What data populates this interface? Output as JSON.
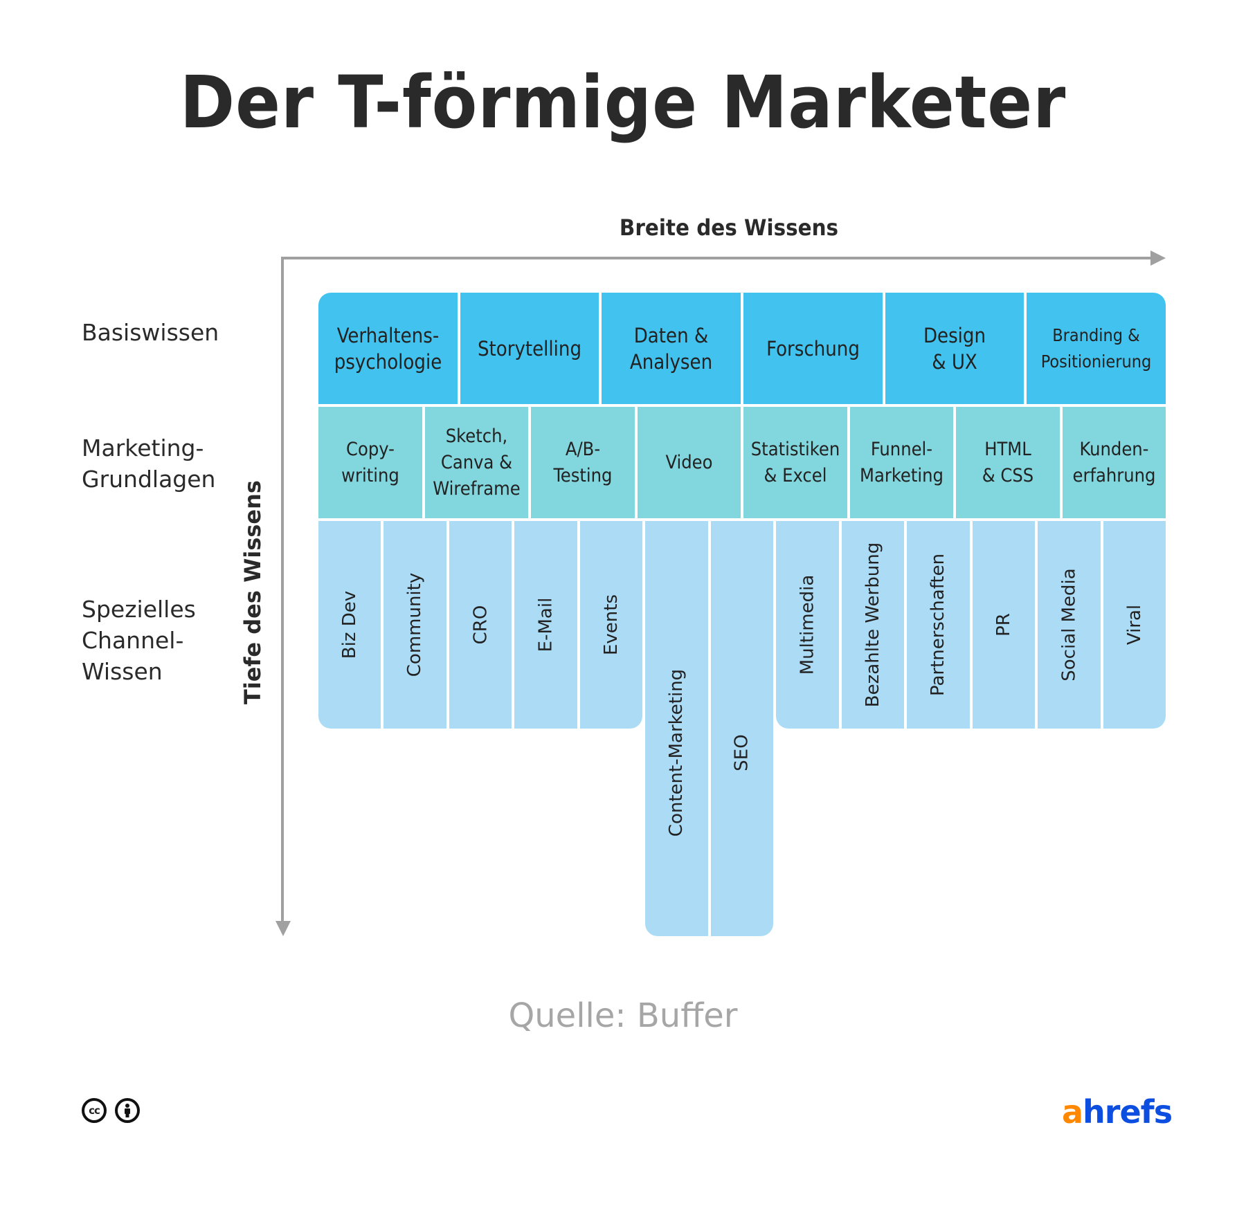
{
  "title": "Der T-förmige Marketer",
  "axes": {
    "x_label": "Breite des Wissens",
    "y_label": "Tiefe des Wissens"
  },
  "row_labels": [
    {
      "id": "basis",
      "text": "Basiswissen"
    },
    {
      "id": "grundlagen",
      "text": "Marketing-\nGrundlagen"
    },
    {
      "id": "channel",
      "text": "Spezielles\nChannel-\nWissen"
    }
  ],
  "rows": {
    "basiswissen": [
      {
        "label": "Verhaltens-\npsychologie"
      },
      {
        "label": "Storytelling"
      },
      {
        "label": "Daten &\nAnalysen"
      },
      {
        "label": "Forschung"
      },
      {
        "label": "Design\n& UX"
      },
      {
        "label": "Branding &\nPositionierung"
      }
    ],
    "grundlagen": [
      {
        "label": "Copy-\nwriting"
      },
      {
        "label": "Sketch,\nCanva &\nWireframe"
      },
      {
        "label": "A/B-\nTesting"
      },
      {
        "label": "Video"
      },
      {
        "label": "Statistiken\n& Excel"
      },
      {
        "label": "Funnel-\nMarketing"
      },
      {
        "label": "HTML\n& CSS"
      },
      {
        "label": "Kunden-\nerfahrung"
      }
    ],
    "channel": [
      {
        "label": "Biz Dev",
        "deep": false
      },
      {
        "label": "Community",
        "deep": false
      },
      {
        "label": "CRO",
        "deep": false
      },
      {
        "label": "E-Mail",
        "deep": false
      },
      {
        "label": "Events",
        "deep": false
      },
      {
        "label": "Content-Marketing",
        "deep": true
      },
      {
        "label": "SEO",
        "deep": true
      },
      {
        "label": "Multimedia",
        "deep": false
      },
      {
        "label": "Bezahlte Werbung",
        "deep": false
      },
      {
        "label": "Partnerschaften",
        "deep": false
      },
      {
        "label": "PR",
        "deep": false
      },
      {
        "label": "Social Media",
        "deep": false
      },
      {
        "label": "Viral",
        "deep": false
      }
    ]
  },
  "source": "Quelle: Buffer",
  "footer": {
    "license_icons": [
      "creative-commons-icon",
      "attribution-icon"
    ],
    "cc_text": "cc",
    "logo": {
      "part1": "a",
      "part2": "hrefs"
    }
  },
  "colors": {
    "row1": "#42c3ef",
    "row2": "#82d6dd",
    "row3": "#acdbf6",
    "axis": "#a0a0a0",
    "logo_orange": "#ff8800",
    "logo_blue": "#0c4fe0"
  }
}
